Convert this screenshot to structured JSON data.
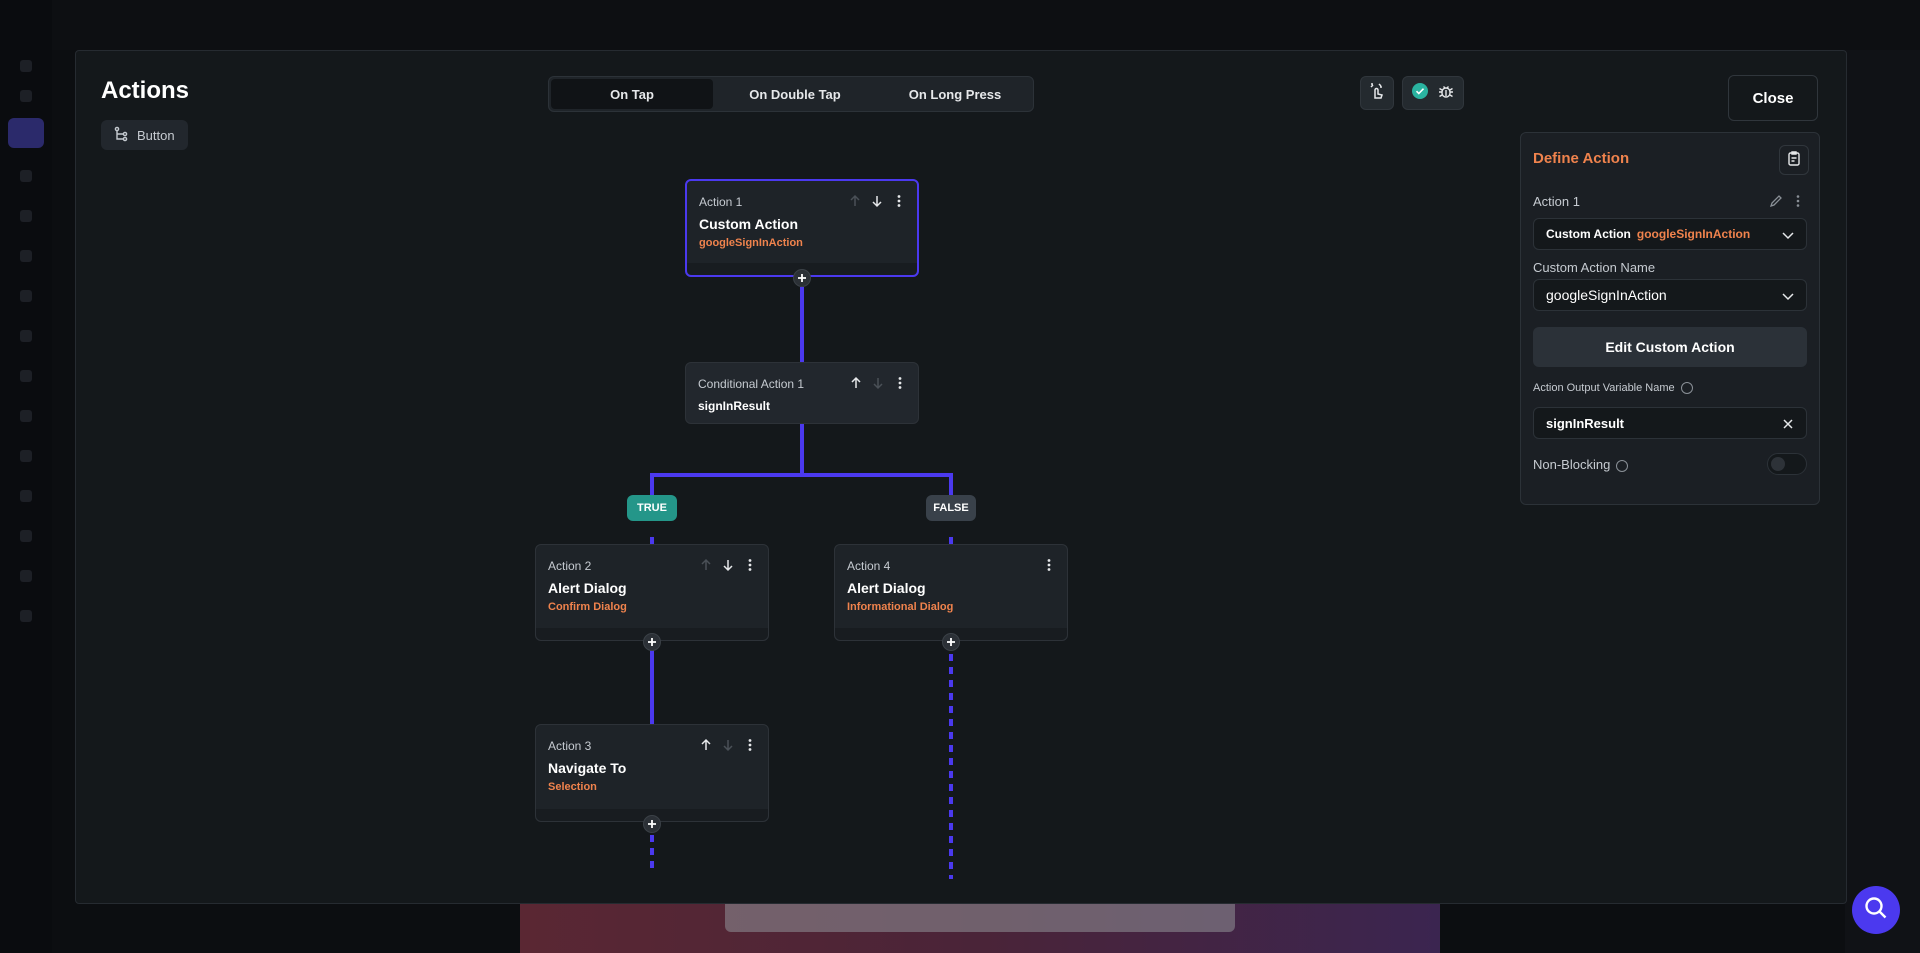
{
  "modal": {
    "title": "Actions",
    "widget_chip": {
      "label": "Button",
      "icon": "widget-tree-icon"
    },
    "tabs": [
      {
        "label": "On Tap",
        "active": true
      },
      {
        "label": "On Double Tap",
        "active": false
      },
      {
        "label": "On Long Press",
        "active": false
      }
    ],
    "toolbar": {
      "ai_icon": "magic-gesture-icon",
      "check_icon": "check-circle-icon",
      "debug_icon": "bug-icon"
    },
    "close_label": "Close"
  },
  "flow": {
    "action1": {
      "head": "Action 1",
      "name": "Custom Action",
      "sub": "googleSignInAction"
    },
    "conditional": {
      "head": "Conditional Action 1",
      "name": "signInResult"
    },
    "true_label": "TRUE",
    "false_label": "FALSE",
    "action2": {
      "head": "Action 2",
      "name": "Alert Dialog",
      "sub": "Confirm Dialog"
    },
    "action3": {
      "head": "Action 3",
      "name": "Navigate To",
      "sub": "Selection"
    },
    "action4": {
      "head": "Action 4",
      "name": "Alert Dialog",
      "sub": "Informational Dialog"
    }
  },
  "panel": {
    "title": "Define Action",
    "action_label": "Action 1",
    "action_type": "Custom Action",
    "action_type_value": "googleSignInAction",
    "custom_action_name_label": "Custom Action Name",
    "custom_action_name_value": "googleSignInAction",
    "edit_button": "Edit Custom Action",
    "output_var_label": "Action Output Variable Name",
    "output_var_value": "signInResult",
    "non_blocking_label": "Non-Blocking",
    "non_blocking_on": false
  },
  "colors": {
    "accent": "#4b39ef",
    "orange": "#f0834d",
    "true_badge": "#249689",
    "false_badge": "#39414a"
  }
}
